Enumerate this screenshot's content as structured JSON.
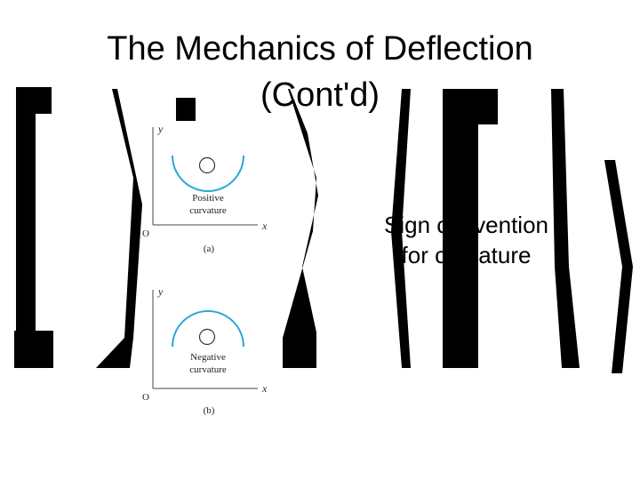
{
  "slide": {
    "title_line1": "The Mechanics of Deflection",
    "title_line2": "(Cont'd)",
    "caption_line1": "Sign convention",
    "caption_line2": "for curvature"
  },
  "figure": {
    "panel_a": {
      "axis_y": "y",
      "axis_x": "x",
      "origin": "O",
      "label_line1": "Positive",
      "label_line2": "curvature",
      "tag": "(a)"
    },
    "panel_b": {
      "axis_y": "y",
      "axis_x": "x",
      "origin": "O",
      "label_line1": "Negative",
      "label_line2": "curvature",
      "tag": "(b)"
    }
  },
  "colors": {
    "curve": "#2aa7d6",
    "glyph": "#000000"
  }
}
